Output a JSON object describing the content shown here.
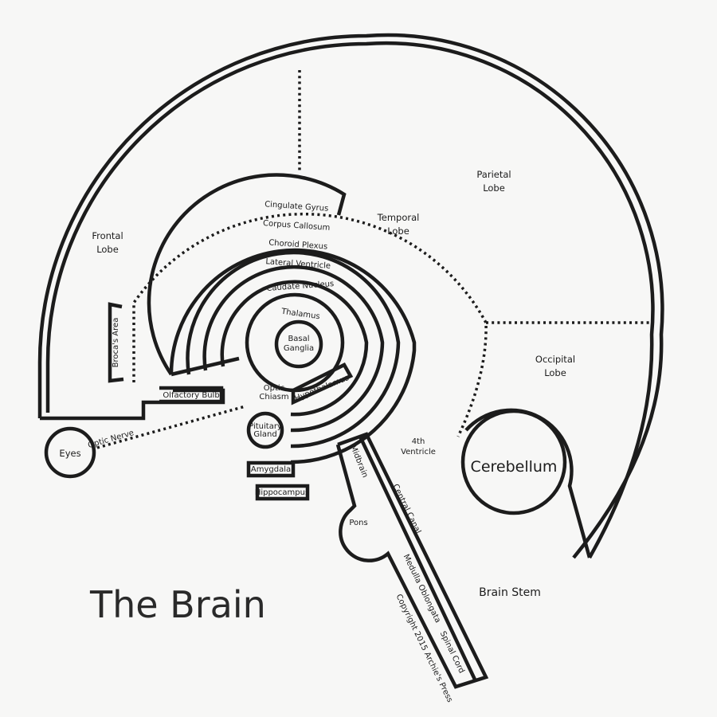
{
  "title": "The Brain",
  "copyright": "Copyright 2015 Archie's Press",
  "lobes": {
    "frontal": [
      "Frontal",
      "Lobe"
    ],
    "parietal": [
      "Parietal",
      "Lobe"
    ],
    "temporal": [
      "Temporal",
      "Lobe"
    ],
    "occipital": [
      "Occipital",
      "Lobe"
    ]
  },
  "rings": [
    "Cingulate Gyrus",
    "Corpus Callosum",
    "Choroid Plexus",
    "Lateral Ventricle",
    "Caudate Nucleus",
    "Thalamus"
  ],
  "core": [
    "Basal",
    "Ganglia"
  ],
  "hypothalamus": "Hypothalamus",
  "brocas_area": "Broca's Area",
  "olfactory_bulb": "Olfactory Bulb",
  "optic_chiasm": [
    "Optic",
    "Chiasm"
  ],
  "optic_nerve": "Optic Nerve",
  "eyes": "Eyes",
  "pituitary_gland": [
    "Pituitary",
    "Gland"
  ],
  "amygdala": "Amygdala",
  "hippocampus": "Hippocampus",
  "fourth_ventricle": [
    "4th",
    "Ventricle"
  ],
  "cerebellum": "Cerebellum",
  "brain_stem": "Brain Stem",
  "stem_parts": {
    "midbrain": "Midbrain",
    "pons": "Pons",
    "central_canal": "Central Canal",
    "medulla": "Medulla Oblongata",
    "spinal_cord": "Spinal Cord"
  }
}
